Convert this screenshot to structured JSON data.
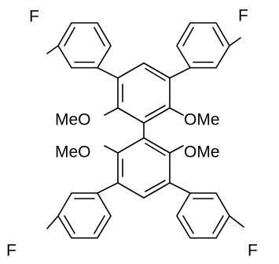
{
  "molecule": {
    "labels": {
      "f_top_left": "F",
      "f_top_right": "F",
      "f_bottom_left": "F",
      "f_bottom_right": "F",
      "ome_upper_left": "MeO",
      "ome_upper_right": "OMe",
      "ome_lower_left": "MeO",
      "ome_lower_right": "OMe"
    }
  }
}
